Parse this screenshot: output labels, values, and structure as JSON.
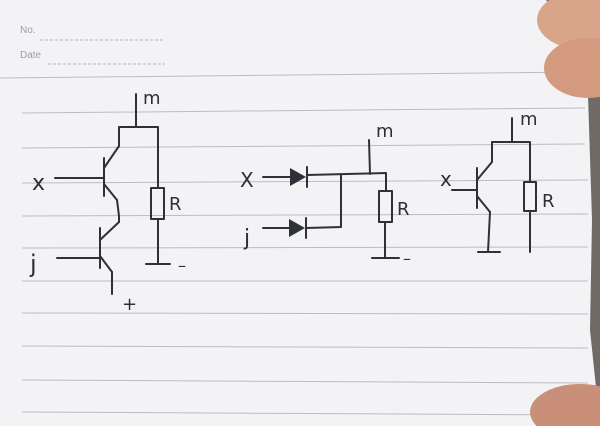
{
  "header": {
    "no_label": "No.",
    "date_label": "Date"
  },
  "circuits": [
    {
      "name": "transistor-series",
      "labels": {
        "input_x": "x",
        "input_j": "j",
        "output": "m",
        "resistor": "R",
        "ground": "–",
        "supply": "+"
      }
    },
    {
      "name": "diode-or",
      "labels": {
        "input_x": "X",
        "input_j": "j",
        "output": "m",
        "resistor": "R",
        "ground": "–"
      }
    },
    {
      "name": "single-transistor",
      "labels": {
        "input_x": "x",
        "output": "m",
        "resistor": "R"
      }
    }
  ],
  "colors": {
    "paper": "#f4f4f6",
    "ink": "#2f3138",
    "ruled_line": "#b9bcc6",
    "shadow": "#6f6a66"
  }
}
